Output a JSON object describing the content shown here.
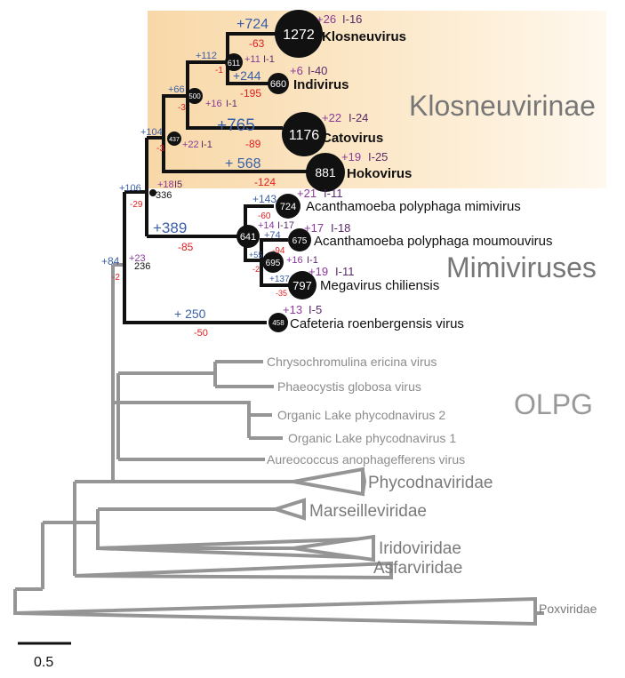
{
  "groups": {
    "klosneuvirinae": "Klosneuvirinae",
    "mimiviruses": "Mimiviruses",
    "olpg": "OLPG"
  },
  "leaves": {
    "klosneuvirus": {
      "name": "Klosneuvirus",
      "count": "1272",
      "gain": "+26",
      "loss": "I-16"
    },
    "indivirus": {
      "name": "Indivirus",
      "count": "660",
      "gain": "+6",
      "loss": "I-40"
    },
    "catovirus": {
      "name": "Catovirus",
      "count": "1176",
      "gain": "+22",
      "loss": "I-24"
    },
    "hokovirus": {
      "name": "Hokovirus",
      "count": "881",
      "gain": "+19",
      "loss": "I-25"
    },
    "mimivirus": {
      "name": "Acanthamoeba polyphaga mimivirus",
      "count": "724",
      "gain": "+21",
      "loss": "I-11"
    },
    "moumouvirus": {
      "name": "Acanthamoeba polyphaga moumouvirus",
      "count": "675",
      "gain": "+17",
      "loss": "I-18"
    },
    "megavirus": {
      "name": "Megavirus chiliensis",
      "count": "797",
      "gain": "+19",
      "loss": "I-11"
    },
    "cafeteria": {
      "name": "Cafeteria roenbergensis virus",
      "count": "458",
      "gain": "+13",
      "loss": "I-5"
    },
    "chryso": {
      "name": "Chrysochromulina ericina virus"
    },
    "phaeo": {
      "name": "Phaeocystis globosa virus"
    },
    "olpv2": {
      "name": "Organic Lake phycodnavirus 2"
    },
    "olpv1": {
      "name": "Organic Lake phycodnavirus 1"
    },
    "aureo": {
      "name": "Aureococcus anophagefferens virus"
    },
    "phycodnaviridae": {
      "name": "Phycodnaviridae"
    },
    "marseilleviridae": {
      "name": "Marseilleviridae"
    },
    "iridoviridae": {
      "name": "Iridoviridae"
    },
    "asfarviridae": {
      "name": "Asfarviridae"
    },
    "poxviridae": {
      "name": "Poxviridae"
    }
  },
  "branches": {
    "klosneu_gain": "+724",
    "klosneu_loss": "-63",
    "node611_gain": "+112",
    "node611_loss": "-1",
    "node611_lg": "+11",
    "node611_ll": "I-1",
    "indi_gain": "+244",
    "indi_loss": "-195",
    "node500_gain": "+66",
    "node500_loss": "-3",
    "node500_lg": "+16",
    "node500_ll": "I-1",
    "cato_gain": "+765",
    "cato_loss": "-89",
    "node437_gain": "+104",
    "node437_loss": "-3",
    "node437_lg": "+22",
    "node437_ll": "I-1",
    "hoko_gain": "+ 568",
    "hoko_loss": "-124",
    "node336_gain": "+106",
    "node336_loss": "-29",
    "node336_lg": "+18",
    "node336_ll": "I5",
    "node641_gain": "+389",
    "node641_loss": "-85",
    "mimi_gain": "+143",
    "mimi_loss": "-60",
    "node695a_gain": "+14",
    "node695a_ll": "I-17",
    "moumou_gain": "+74",
    "moumou_loss": "-94",
    "node695_gain": "+55",
    "node695_loss": "-2",
    "mega_gain": "+137",
    "mega_loss": "-35",
    "node695_lg": "+16",
    "node695_ll": "I-1",
    "node236_gain": "+84",
    "node236_loss": "-2",
    "node236_lg": "+23",
    "cafe_gain": "+ 250",
    "cafe_loss": "-50"
  },
  "nodes": {
    "n611": "611",
    "n500": "500",
    "n437": "437",
    "n641": "641",
    "n695": "695",
    "n336": "336",
    "n236": "236"
  },
  "scale_bar": {
    "label": "0.5"
  },
  "colors": {
    "highlight": "#fbe3bd",
    "tree_black": "#111111",
    "tree_grey": "#959595",
    "gain_blue": "#3a5fa8",
    "loss_red": "#e02020",
    "lineage_purple": "#8a3a9a"
  }
}
